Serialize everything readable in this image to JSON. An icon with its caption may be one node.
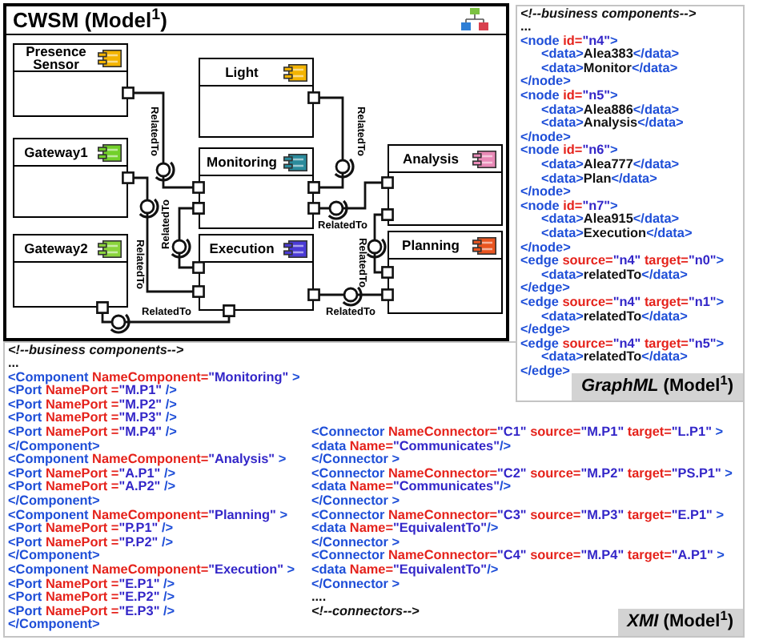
{
  "diagram": {
    "nodes": [
      {
        "text": [
          "CWSM (Model$^{1}$)"
        ]
      },
      {
        "text": [
          "Presence Sensor"
        ],
        "in": 0
      },
      {
        "text": [
          "Light"
        ],
        "in": 0
      },
      {
        "text": [
          "Gateway1"
        ],
        "in": 0
      },
      {
        "text": [
          "Monitoring"
        ],
        "in": 0
      },
      {
        "text": [
          "Analysis"
        ],
        "in": 0
      },
      {
        "text": [
          "Gateway2"
        ],
        "in": 0
      },
      {
        "text": [
          "Execution"
        ],
        "in": 0
      },
      {
        "text": [
          "Planning"
        ],
        "in": 0
      },
      {
        "text": [
          "<!--business components-->",
          "...",
          "<node id=\"n4\">",
          "<data>Alea383</data>",
          "<data>Monitor</data>",
          "</node>",
          "<node id=\"n5\">",
          "<data>Alea886</data>",
          "<data>Analysis</data>",
          "</node>",
          "<node id=\"n6\">",
          "<data>Alea777</data>",
          "<data>Plan</data>",
          "</node>",
          "<node id=\"n7\">",
          "<data>Alea915</data>",
          "<data>Execution</data>",
          "</node>",
          "<edge source=\"n4\" target=\"n0\">",
          "<data>relatedTo</data>",
          "</edge>",
          "<edge source=\"n4\" target=\"n1\">",
          "<data>relatedTo</data>",
          "</edge>",
          "<edge source=\"n4\" target=\"n5\">",
          "<data>relatedTo</data>",
          "</edge>",
          "*GraphML* (Model$^{1}$)"
        ]
      },
      {
        "text": [
          "<!--business components-->",
          "...",
          "<Component NameComponent=\"Monitoring\" >",
          "<Port NamePort =\"M.P1\" />",
          "<Port NamePort =\"M.P2\" />",
          "<Port NamePort =\"M.P3\" />",
          "<Port NamePort =\"M.P4\" />",
          "</Component>",
          "<Component NameComponent=\"Analysis\" >",
          "<Port NamePort =\"A.P1\" />",
          "<Port NamePort =\"A.P2\" />",
          "</Component>",
          "<Component NameComponent=\"Planning\" >",
          "<Port NamePort =\"P.P1\" />",
          "<Port NamePort =\"P.P2\" />",
          "</Component>",
          "<Component NameComponent=\"Execution\" >",
          "<Port NamePort =\"E.P1\" />",
          "<Port NamePort =\"E.P2\" />",
          "<Port NamePort =\"E.P3\" />",
          "</Component>",
          "<Connector NameConnector=\"C1\" source=\"M.P1\" target=\"L.P1\" >",
          "<data Name=\"Communicates\"/>",
          "</Connector >",
          "<Connector NameConnector=\"C2\" source=\"M.P2\" target=\"PS.P1\" >",
          "<data Name=\"Communicates\"/>",
          "</Connector >",
          "<Connector NameConnector=\"C3\" source=\"M.P3\" target=\"E.P1\" >",
          "<data Name=\"EquivalentTo\"/>",
          "</Connector >",
          "<Connector NameConnector=\"C4\" source=\"M.P4\" target=\"A.P1\" >",
          "<data Name=\"EquivalentTo\"/>",
          "</Connector >",
          "....",
          "<!--connectors-->",
          "*XMI* (Model$^{1}$)"
        ]
      }
    ],
    "edges": [
      {
        "from": 1,
        "to": 4,
        "arrow": "other",
        "label": "RelatedTo"
      },
      {
        "from": 2,
        "to": 4,
        "arrow": "other",
        "label": "RelatedTo"
      },
      {
        "from": 3,
        "to": 7,
        "arrow": "other",
        "label": "RelatedTo"
      },
      {
        "from": 4,
        "to": 7,
        "arrow": "other",
        "label": "RelatedTo"
      },
      {
        "from": 4,
        "to": 5,
        "arrow": "other",
        "label": "RelatedTo"
      },
      {
        "from": 5,
        "to": 8,
        "arrow": "other",
        "label": "RelatedTo"
      },
      {
        "from": 6,
        "to": 7,
        "arrow": "other",
        "label": "RelatedTo"
      },
      {
        "from": 7,
        "to": 8,
        "arrow": "other",
        "label": "RelatedTo"
      }
    ]
  }
}
